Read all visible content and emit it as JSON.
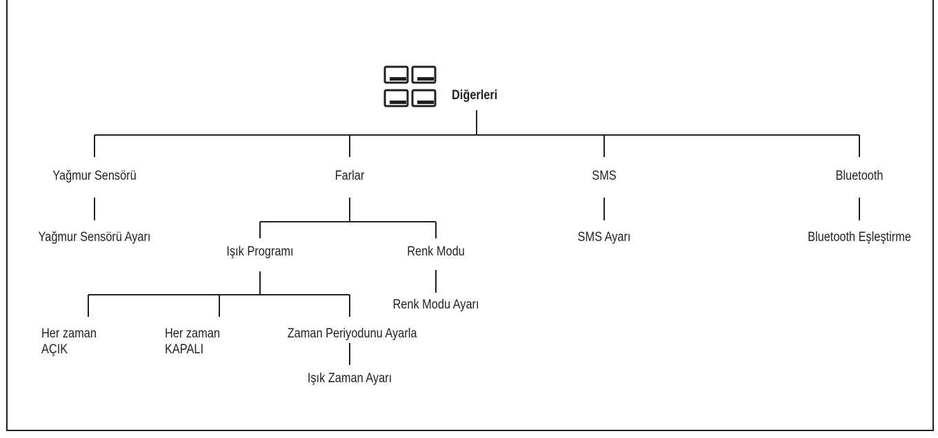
{
  "root": {
    "label": "Diğerleri",
    "icon": "menu-grid-icon"
  },
  "categories": [
    {
      "label": "Yağmur Sensörü",
      "children": [
        "Yağmur Sensörü Ayarı"
      ]
    },
    {
      "label": "Farlar",
      "children": [
        "Işık Programı",
        "Renk Modu"
      ]
    },
    {
      "label": "SMS",
      "children": [
        "SMS Ayarı"
      ]
    },
    {
      "label": "Bluetooth",
      "children": [
        "Bluetooth Eşleştirme"
      ]
    }
  ],
  "farlar": {
    "isik_programi": {
      "label": "Işık Programı",
      "options": [
        {
          "line1": "Her zaman",
          "line2": "AÇIK"
        },
        {
          "line1": "Her zaman",
          "line2": "KAPALI"
        },
        {
          "line1": "Zaman Periyodunu Ayarla",
          "line2": ""
        }
      ],
      "time_setting": "Işık Zaman Ayarı"
    },
    "renk_modu": {
      "label": "Renk Modu",
      "setting": "Renk Modu Ayarı"
    }
  },
  "colors": {
    "stroke": "#231f20",
    "background": "#ffffff"
  }
}
